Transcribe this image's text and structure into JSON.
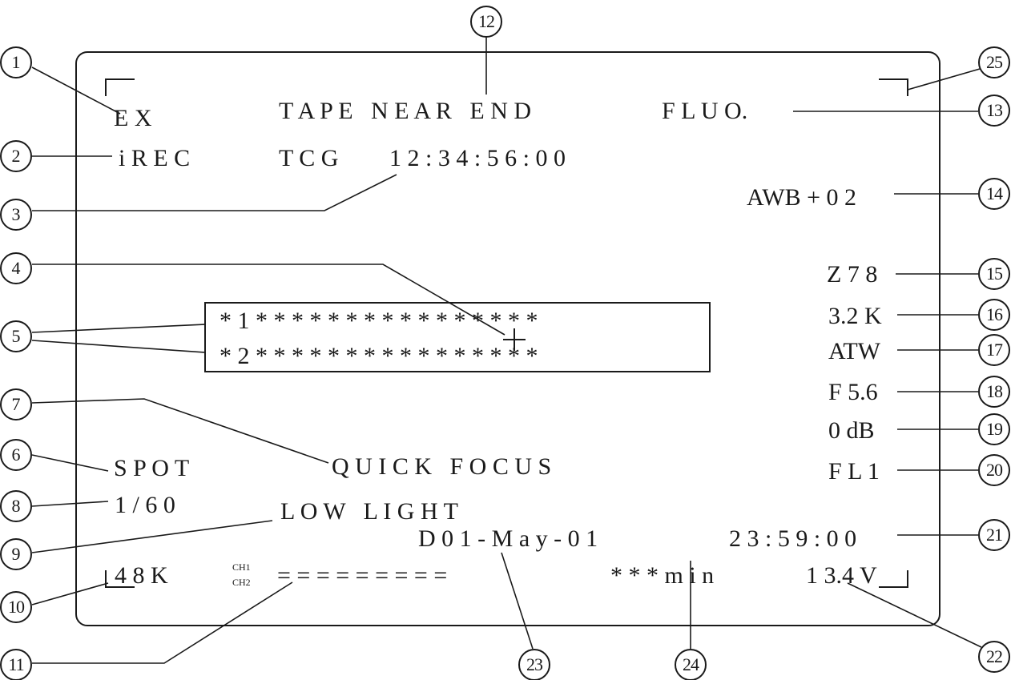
{
  "screen": {
    "ex": "E X",
    "irec": "i R E C",
    "tape_warning": "T A P E   N E A R   E N D",
    "fluo": "F L U O.",
    "tcg": "T C G",
    "timecode": "1 2 : 3 4 : 5 6 : 0 0",
    "awb": "AWB + 0 2",
    "zoom": "Z 7 8",
    "color_temp": "3.2 K",
    "atw": "ATW",
    "iris": "F 5.6",
    "gain": "0 dB",
    "filter": "F L 1",
    "user_row_1": "* 1 * * * * * * * * * * * * * * * *",
    "user_row_2": "* 2 * * * * * * * * * * * * * * * *",
    "spot": "S P O T",
    "quick_focus": "Q U I C K   F O C U S",
    "shutter": "1 / 6 0",
    "low_light": "L O W   L I G H T",
    "date": "D 0 1 - M a y - 0 1",
    "clock": "2 3 : 5 9 : 0 0",
    "audio_freq": "4 8 K",
    "ch1": "CH1",
    "ch2": "CH2",
    "audio_meter": "= = = = = = = = =",
    "remaining": "* * * m i n",
    "voltage": "1 3.4 V"
  },
  "callouts": [
    "1",
    "2",
    "3",
    "4",
    "5",
    "6",
    "7",
    "8",
    "9",
    "10",
    "11",
    "12",
    "13",
    "14",
    "15",
    "16",
    "17",
    "18",
    "19",
    "20",
    "21",
    "22",
    "23",
    "24",
    "25"
  ]
}
